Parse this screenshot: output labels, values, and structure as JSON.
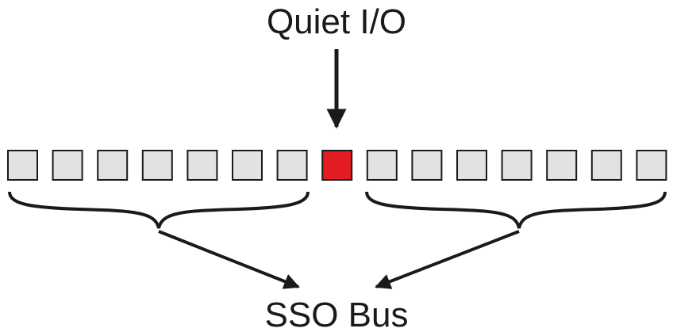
{
  "labels": {
    "top": "Quiet I/O",
    "bottom": "SSO Bus"
  },
  "pins": {
    "count": 15,
    "quiet_index": 7,
    "colors": {
      "normal_fill": "#e2e2e2",
      "normal_stroke": "#1a1a1a",
      "quiet_fill": "#e31b23",
      "quiet_stroke": "#1a1a1a"
    }
  },
  "colors": {
    "line": "#1a1a1a"
  }
}
